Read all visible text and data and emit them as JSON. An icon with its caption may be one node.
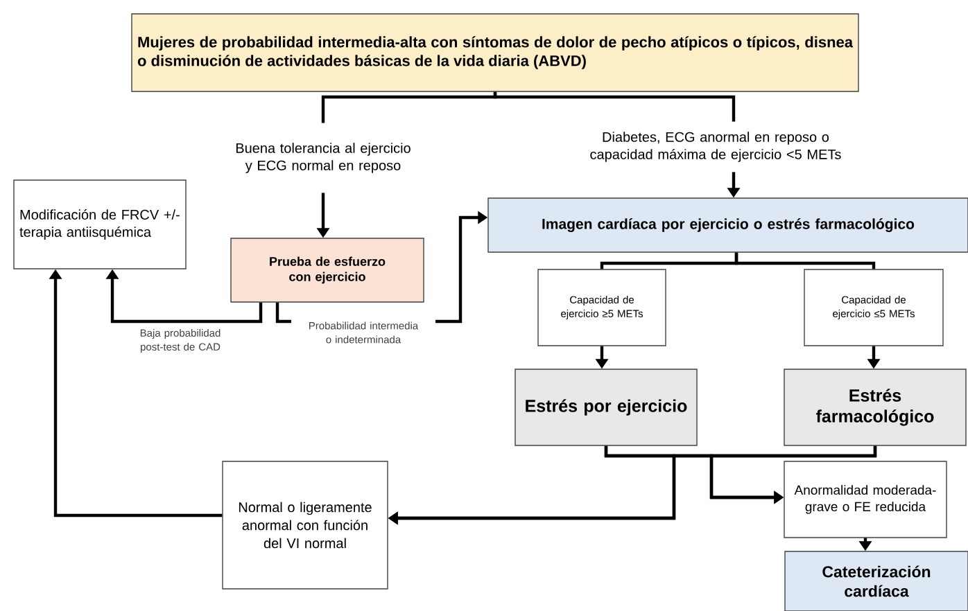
{
  "diagram": {
    "nodes": [
      {
        "text": [
          "Mujeres de probabilidad intermedia-alta con síntomas de dolor de pecho atípicos o típicos, disnea o disminución de actividades básicas de la vida diaria (ABVD)"
        ]
      },
      {
        "text": [
          "Buena tolerancia al ejercicio y ECG normal en reposo"
        ]
      },
      {
        "text": [
          "Diabetes, ECG anormal en reposo o capacidad máxima de ejercicio <5 METs"
        ]
      },
      {
        "text": [
          "Modificación de FRCV +/- terapia antiisquémica"
        ]
      },
      {
        "text": [
          "Prueba de esfuerzo con ejercicio"
        ]
      },
      {
        "text": [
          "Imagen cardíaca por ejercicio o estrés farmacológico"
        ]
      },
      {
        "text": [
          "Capacidad de ejercicio ≥5 METs"
        ]
      },
      {
        "text": [
          "Capacidad de ejercicio ≤5 METs"
        ]
      },
      {
        "text": [
          "Estrés por ejercicio"
        ]
      },
      {
        "text": [
          "Estrés farmacológico"
        ]
      },
      {
        "text": [
          "Normal o ligeramente anormal con función del VI normal"
        ]
      },
      {
        "text": [
          "Anormalidad moderada-grave o FE reducida"
        ]
      },
      {
        "text": [
          "Cateterización cardíaca"
        ]
      }
    ],
    "edges": [
      {
        "from": 0,
        "to": 1,
        "arrow": "none"
      },
      {
        "from": 0,
        "to": 2,
        "arrow": "none"
      },
      {
        "from": 1,
        "to": 4,
        "arrow": "to"
      },
      {
        "from": 2,
        "to": 5,
        "arrow": "to"
      },
      {
        "from": 4,
        "to": 3,
        "arrow": "to",
        "label": "Baja probabilidad post-test de CAD"
      },
      {
        "from": 4,
        "to": 5,
        "arrow": "to",
        "label": "Probabilidad intermedia o indeterminada"
      },
      {
        "from": 5,
        "to": 6,
        "arrow": "none"
      },
      {
        "from": 5,
        "to": 7,
        "arrow": "none"
      },
      {
        "from": 6,
        "to": 8,
        "arrow": "to"
      },
      {
        "from": 7,
        "to": 9,
        "arrow": "to"
      },
      {
        "from": 8,
        "to": 10,
        "arrow": "to"
      },
      {
        "from": 9,
        "to": 10,
        "arrow": "to"
      },
      {
        "from": 8,
        "to": 11,
        "arrow": "to"
      },
      {
        "from": 9,
        "to": 11,
        "arrow": "to"
      },
      {
        "from": 10,
        "to": 3,
        "arrow": "to"
      },
      {
        "from": 11,
        "to": 12,
        "arrow": "to"
      }
    ]
  }
}
